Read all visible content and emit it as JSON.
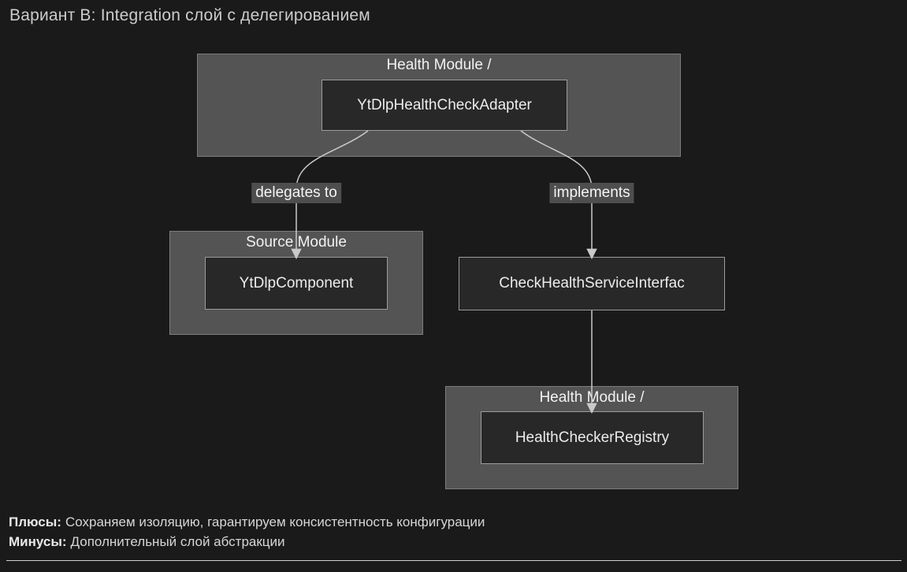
{
  "title": "Вариант B: Integration слой с делегированием",
  "diagram": {
    "top_cluster": {
      "label": "Health Module /",
      "node_label": "YtDlpHealthCheckAdapter"
    },
    "source_cluster": {
      "label": "Source Module",
      "node_label": "YtDlpComponent"
    },
    "interface_node": {
      "label": "CheckHealthServiceInterfac"
    },
    "bottom_cluster": {
      "label": "Health Module /",
      "node_label": "HealthCheckerRegistry"
    },
    "edges": {
      "delegates": {
        "label": "delegates to"
      },
      "implements": {
        "label": "implements"
      }
    }
  },
  "footer": {
    "pros_label": "Плюсы:",
    "pros_text": "Сохраняем изоляцию, гарантируем консистентность конфигурации",
    "cons_label": "Минусы:",
    "cons_text": "Дополнительный слой абстракции"
  },
  "colors": {
    "background": "#1a1a1a",
    "cluster_fill": "#545454",
    "cluster_border": "#7d7d7d",
    "node_fill": "#282828",
    "node_border": "#9c9c9c",
    "edge_line": "#c9c9c9",
    "edge_label_background": "#4e4e4e",
    "text": "#ececec",
    "title_text": "#cccccc",
    "divider": "#cfcfcf"
  }
}
